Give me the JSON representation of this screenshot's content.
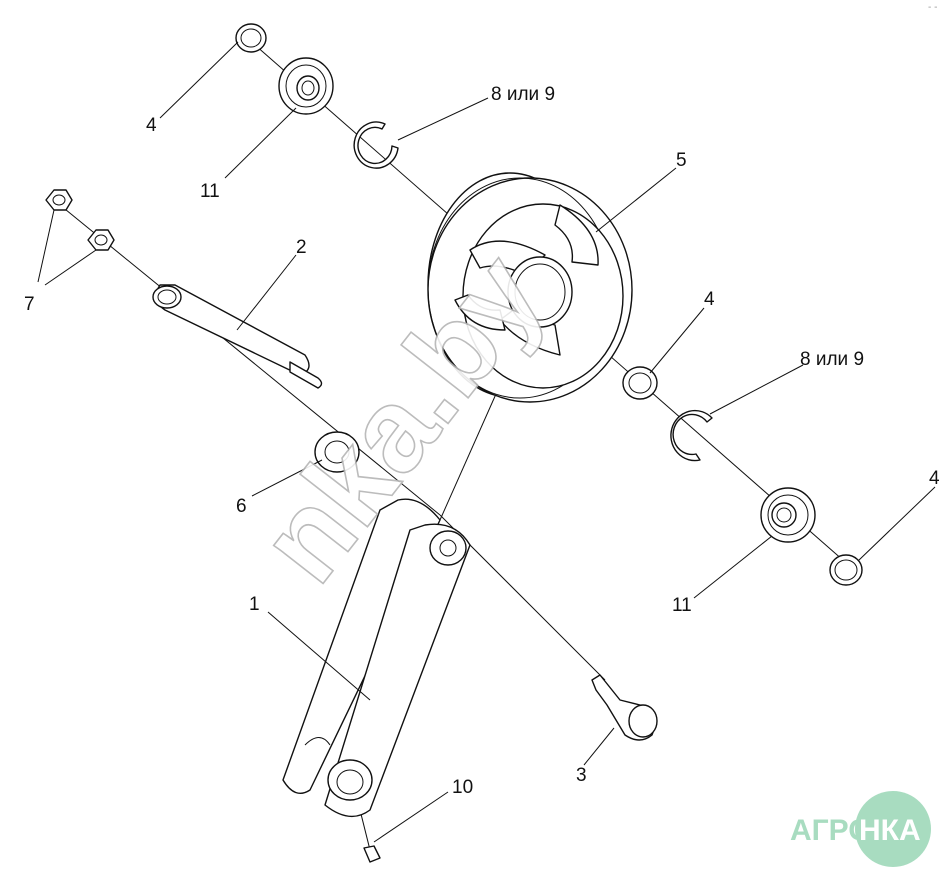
{
  "labels": {
    "l4a": "4",
    "l11a": "11",
    "l89a": "8 или 9",
    "l5": "5",
    "l2": "2",
    "l7": "7",
    "l4b": "4",
    "l89b": "8 или 9",
    "l6": "6",
    "l4c": "4",
    "l11b": "11",
    "l1": "1",
    "l3": "3",
    "l10": "10"
  },
  "watermark": {
    "text": "nka.by"
  },
  "logo": {
    "left": "АГРО",
    "right": "НКА",
    "circle_color": "#a8dcc0",
    "text_color": "#a8dcc0",
    "inner_text_color": "#ffffff"
  },
  "corner_mark": "- -"
}
